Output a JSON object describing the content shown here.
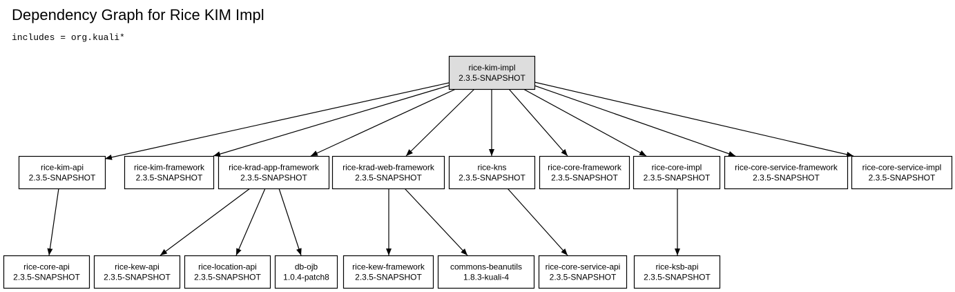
{
  "page": {
    "title": "Dependency Graph for Rice KIM Impl",
    "subtitle": "includes = org.kuali*"
  },
  "graph": {
    "root_fill": "#dddddd",
    "node_fill": "#ffffff",
    "stroke_color": "#000000",
    "nodes": [
      {
        "id": "rice-kim-impl",
        "artifact": "rice-kim-impl",
        "version": "2.3.5-SNAPSHOT",
        "root": true
      },
      {
        "id": "rice-kim-api",
        "artifact": "rice-kim-api",
        "version": "2.3.5-SNAPSHOT"
      },
      {
        "id": "rice-kim-framework",
        "artifact": "rice-kim-framework",
        "version": "2.3.5-SNAPSHOT"
      },
      {
        "id": "rice-krad-app-framework",
        "artifact": "rice-krad-app-framework",
        "version": "2.3.5-SNAPSHOT"
      },
      {
        "id": "rice-krad-web-framework",
        "artifact": "rice-krad-web-framework",
        "version": "2.3.5-SNAPSHOT"
      },
      {
        "id": "rice-kns",
        "artifact": "rice-kns",
        "version": "2.3.5-SNAPSHOT"
      },
      {
        "id": "rice-core-framework",
        "artifact": "rice-core-framework",
        "version": "2.3.5-SNAPSHOT"
      },
      {
        "id": "rice-core-impl",
        "artifact": "rice-core-impl",
        "version": "2.3.5-SNAPSHOT"
      },
      {
        "id": "rice-core-service-framework",
        "artifact": "rice-core-service-framework",
        "version": "2.3.5-SNAPSHOT"
      },
      {
        "id": "rice-core-service-impl",
        "artifact": "rice-core-service-impl",
        "version": "2.3.5-SNAPSHOT"
      },
      {
        "id": "rice-core-api",
        "artifact": "rice-core-api",
        "version": "2.3.5-SNAPSHOT"
      },
      {
        "id": "rice-kew-api",
        "artifact": "rice-kew-api",
        "version": "2.3.5-SNAPSHOT"
      },
      {
        "id": "rice-location-api",
        "artifact": "rice-location-api",
        "version": "2.3.5-SNAPSHOT"
      },
      {
        "id": "db-ojb",
        "artifact": "db-ojb",
        "version": "1.0.4-patch8"
      },
      {
        "id": "rice-kew-framework",
        "artifact": "rice-kew-framework",
        "version": "2.3.5-SNAPSHOT"
      },
      {
        "id": "commons-beanutils",
        "artifact": "commons-beanutils",
        "version": "1.8.3-kuali-4"
      },
      {
        "id": "rice-core-service-api",
        "artifact": "rice-core-service-api",
        "version": "2.3.5-SNAPSHOT"
      },
      {
        "id": "rice-ksb-api",
        "artifact": "rice-ksb-api",
        "version": "2.3.5-SNAPSHOT"
      }
    ],
    "edges": [
      {
        "from": "rice-kim-impl",
        "to": "rice-kim-api"
      },
      {
        "from": "rice-kim-impl",
        "to": "rice-kim-framework"
      },
      {
        "from": "rice-kim-impl",
        "to": "rice-krad-app-framework"
      },
      {
        "from": "rice-kim-impl",
        "to": "rice-krad-web-framework"
      },
      {
        "from": "rice-kim-impl",
        "to": "rice-kns"
      },
      {
        "from": "rice-kim-impl",
        "to": "rice-core-framework"
      },
      {
        "from": "rice-kim-impl",
        "to": "rice-core-impl"
      },
      {
        "from": "rice-kim-impl",
        "to": "rice-core-service-framework"
      },
      {
        "from": "rice-kim-impl",
        "to": "rice-core-service-impl"
      },
      {
        "from": "rice-kim-api",
        "to": "rice-core-api"
      },
      {
        "from": "rice-krad-app-framework",
        "to": "rice-kew-api"
      },
      {
        "from": "rice-krad-app-framework",
        "to": "rice-location-api"
      },
      {
        "from": "rice-krad-app-framework",
        "to": "db-ojb"
      },
      {
        "from": "rice-krad-web-framework",
        "to": "rice-kew-framework"
      },
      {
        "from": "rice-krad-web-framework",
        "to": "commons-beanutils"
      },
      {
        "from": "rice-kns",
        "to": "rice-core-service-api"
      },
      {
        "from": "rice-core-impl",
        "to": "rice-ksb-api"
      }
    ]
  }
}
